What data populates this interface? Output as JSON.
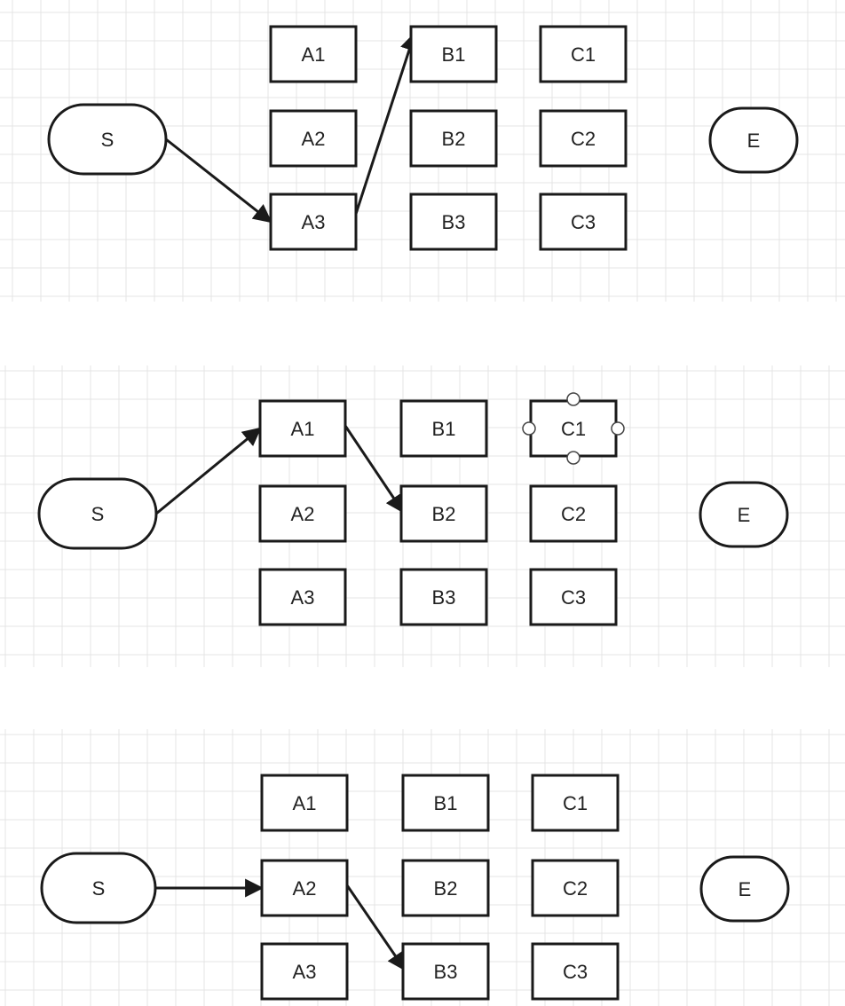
{
  "colors": {
    "grid": "#e4e4e4",
    "stroke": "#1a1a1a",
    "text": "#222222",
    "background": "#ffffff"
  },
  "panels": [
    {
      "name": "panel-1",
      "nodes": {
        "S": "S",
        "E": "E",
        "A1": "A1",
        "A2": "A2",
        "A3": "A3",
        "B1": "B1",
        "B2": "B2",
        "B3": "B3",
        "C1": "C1",
        "C2": "C2",
        "C3": "C3"
      },
      "edges": [
        {
          "from": "S",
          "to": "A3"
        },
        {
          "from": "A3",
          "to": "B1"
        }
      ],
      "selected": ""
    },
    {
      "name": "panel-2",
      "nodes": {
        "S": "S",
        "E": "E",
        "A1": "A1",
        "A2": "A2",
        "A3": "A3",
        "B1": "B1",
        "B2": "B2",
        "B3": "B3",
        "C1": "C1",
        "C2": "C2",
        "C3": "C3"
      },
      "edges": [
        {
          "from": "S",
          "to": "A1"
        },
        {
          "from": "A1",
          "to": "B2"
        }
      ],
      "selected": "C1"
    },
    {
      "name": "panel-3",
      "nodes": {
        "S": "S",
        "E": "E",
        "A1": "A1",
        "A2": "A2",
        "A3": "A3",
        "B1": "B1",
        "B2": "B2",
        "B3": "B3",
        "C1": "C1",
        "C2": "C2",
        "C3": "C3"
      },
      "edges": [
        {
          "from": "S",
          "to": "A2"
        },
        {
          "from": "A2",
          "to": "B3"
        }
      ],
      "selected": ""
    }
  ]
}
